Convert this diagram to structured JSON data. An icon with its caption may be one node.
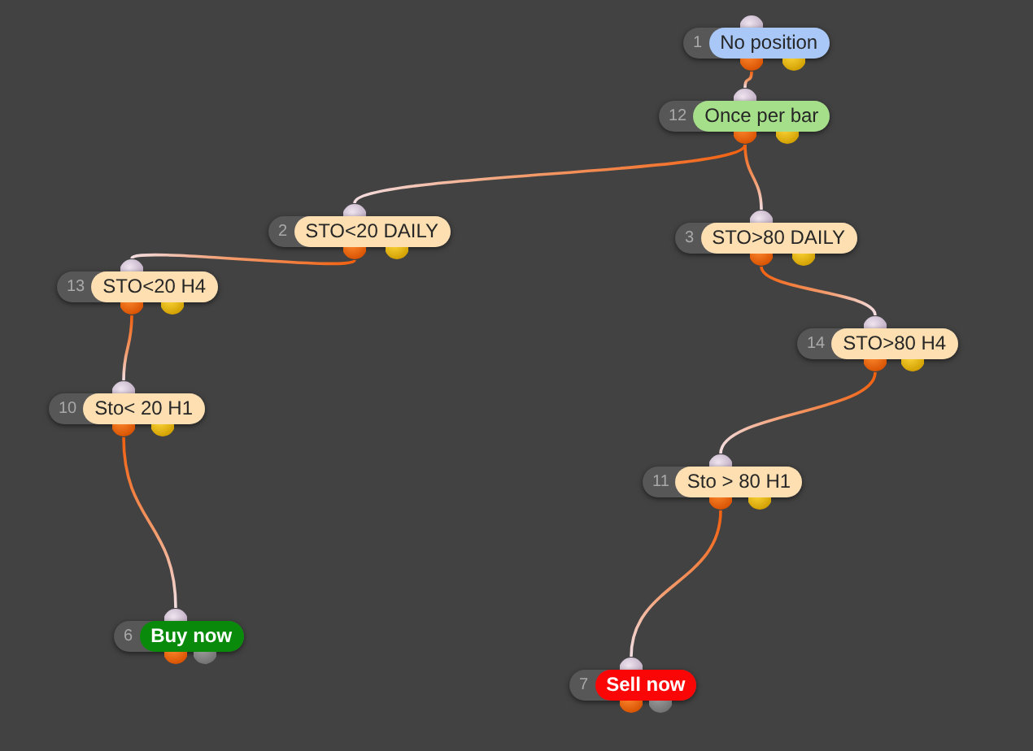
{
  "diagram": {
    "nodes": [
      {
        "text": [
          "1",
          "No position"
        ]
      },
      {
        "text": [
          "12",
          "Once per bar"
        ]
      },
      {
        "text": [
          "2",
          "STO<20 DAILY"
        ]
      },
      {
        "text": [
          "3",
          "STO>80 DAILY"
        ]
      },
      {
        "text": [
          "13",
          "STO<20 H4"
        ]
      },
      {
        "text": [
          "14",
          "STO>80 H4"
        ]
      },
      {
        "text": [
          "10",
          "Sto< 20 H1"
        ]
      },
      {
        "text": [
          "11",
          "Sto > 80 H1"
        ]
      },
      {
        "text": [
          "6",
          "Buy now"
        ]
      },
      {
        "text": [
          "7",
          "Sell now"
        ]
      }
    ],
    "edges": [
      {
        "from": 0,
        "to": 1,
        "arrow": "none"
      },
      {
        "from": 1,
        "to": 2,
        "arrow": "none"
      },
      {
        "from": 1,
        "to": 3,
        "arrow": "none"
      },
      {
        "from": 2,
        "to": 4,
        "arrow": "none"
      },
      {
        "from": 3,
        "to": 5,
        "arrow": "none"
      },
      {
        "from": 4,
        "to": 6,
        "arrow": "none"
      },
      {
        "from": 5,
        "to": 7,
        "arrow": "none"
      },
      {
        "from": 6,
        "to": 8,
        "arrow": "none"
      },
      {
        "from": 7,
        "to": 9,
        "arrow": "none"
      }
    ]
  }
}
